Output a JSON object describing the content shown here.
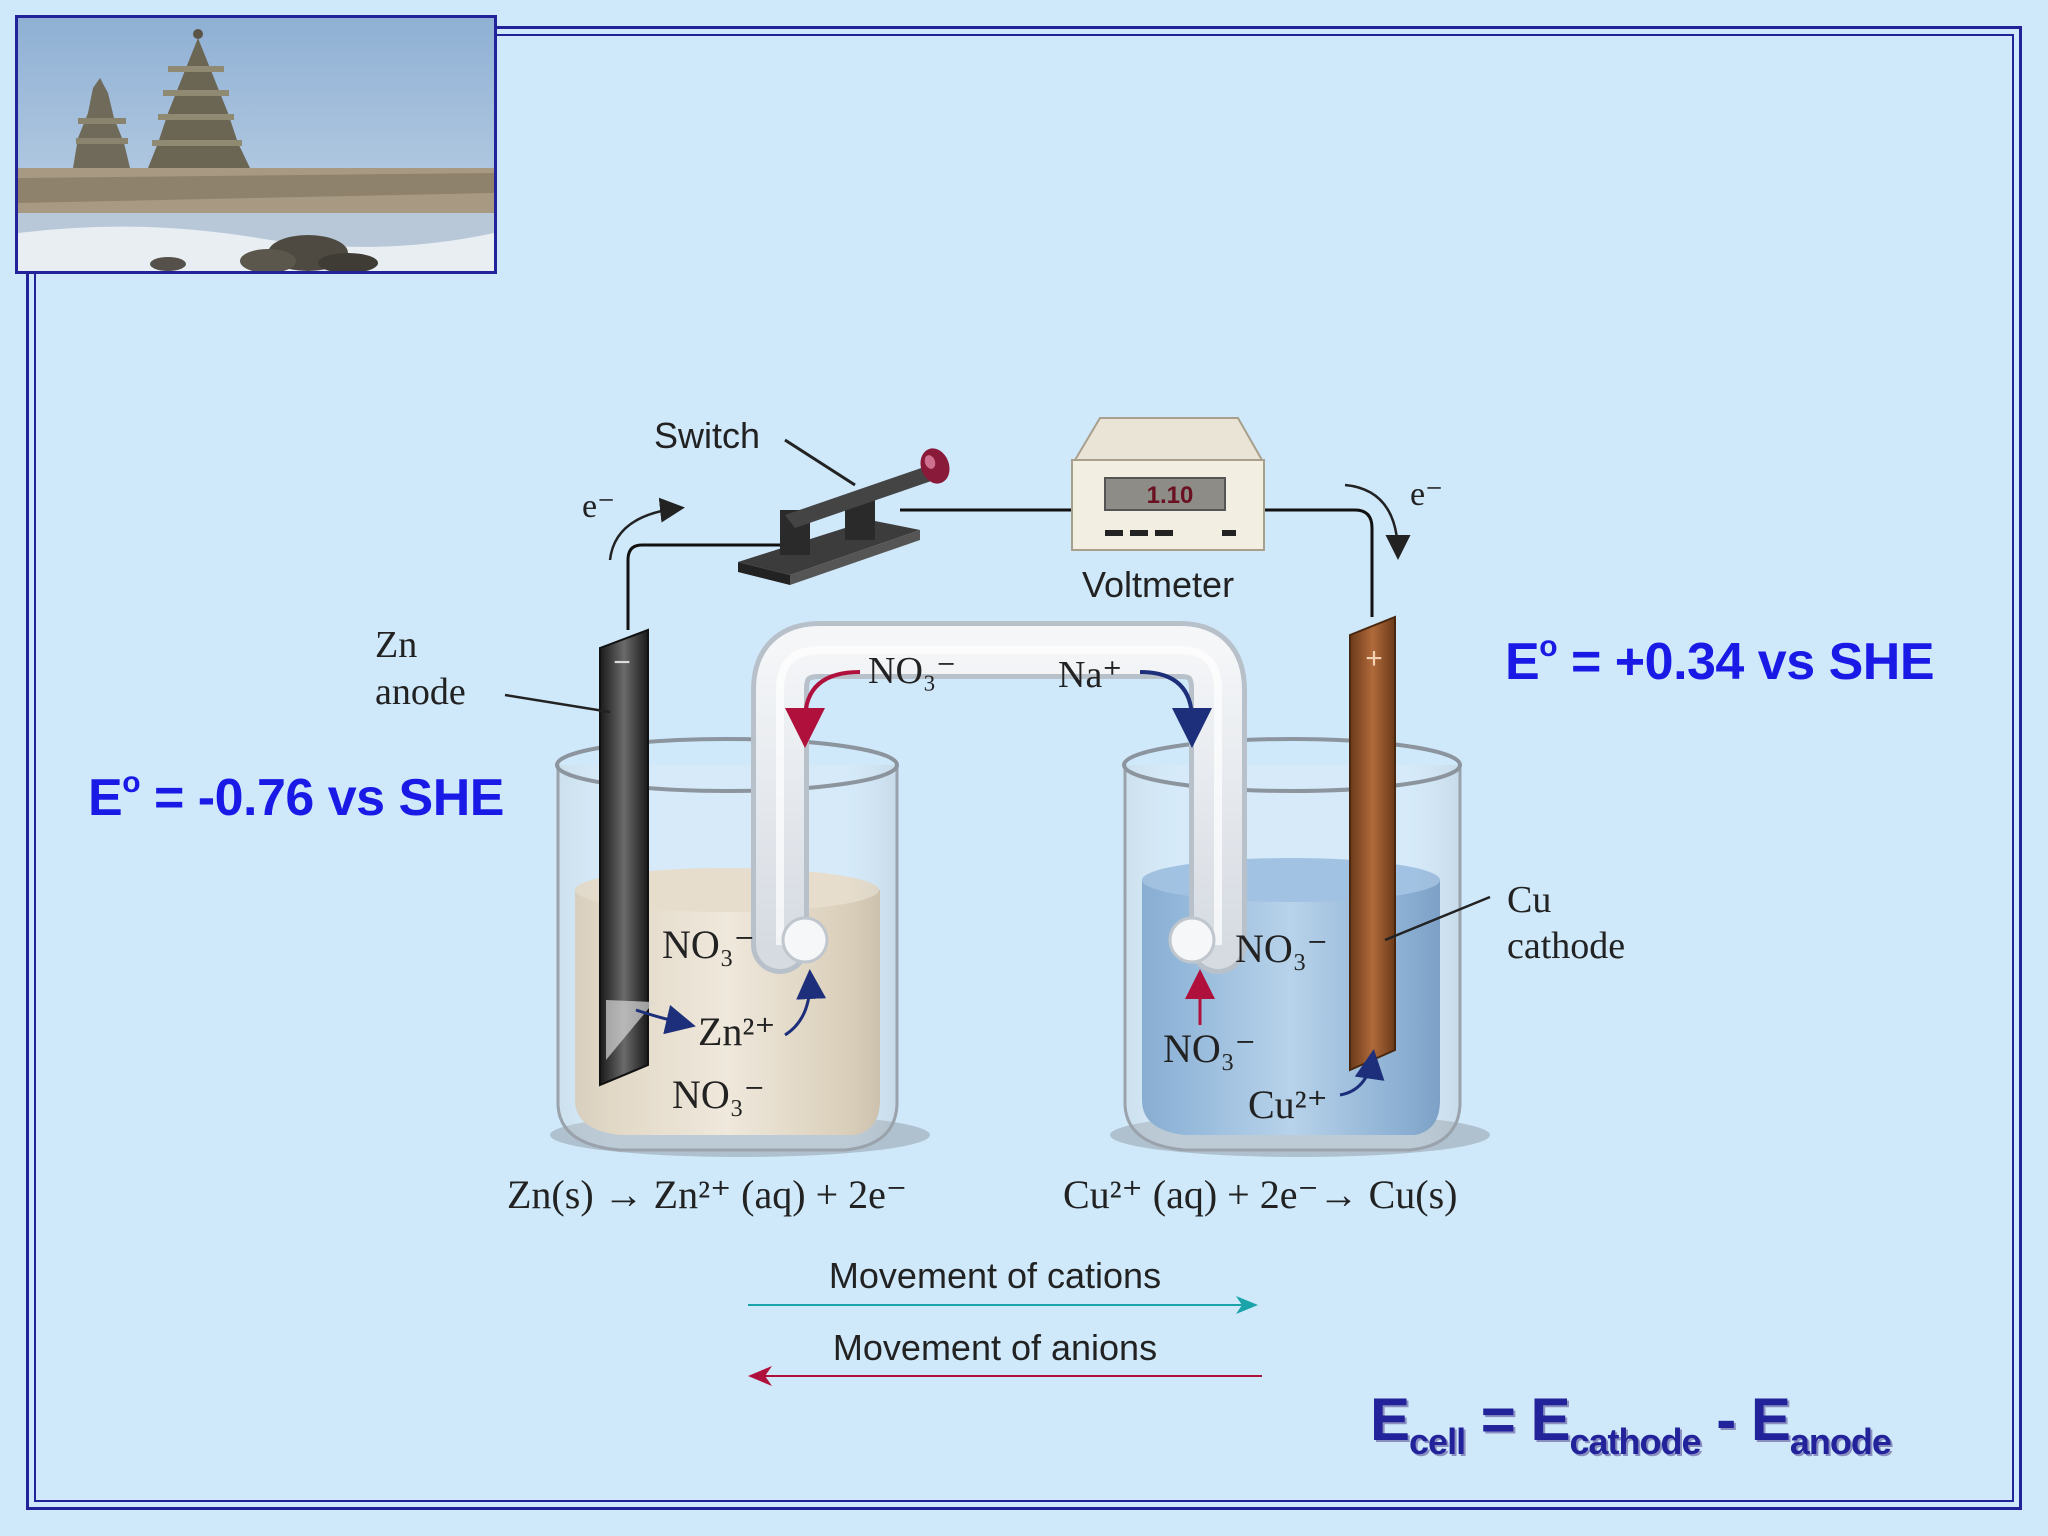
{
  "labels": {
    "switch": "Switch",
    "voltmeter": "Voltmeter",
    "voltmeter_reading": "1.10",
    "electron_left": "e⁻",
    "electron_right": "e⁻",
    "zn_anode_line1": "Zn",
    "zn_anode_line2": "anode",
    "cu_cathode_line1": "Cu",
    "cu_cathode_line2": "cathode",
    "minus_sign": "−",
    "plus_sign": "+",
    "bridge_anion": "NO₃⁻",
    "bridge_cation": "Na⁺",
    "left_ion_1": "NO₃⁻",
    "left_ion_2": "Zn²⁺",
    "left_ion_3": "NO₃⁻",
    "right_ion_1": "NO₃⁻",
    "right_ion_2": "NO₃⁻",
    "right_ion_3": "Cu²⁺",
    "anode_reaction": "Zn(s) → Zn²⁺ (aq) + 2e⁻",
    "cathode_reaction": "Cu²⁺ (aq) + 2e⁻→ Cu(s)",
    "movement_cations": "Movement of cations",
    "movement_anions": "Movement of anions"
  },
  "potentials": {
    "anode_E": "E",
    "anode_sup": "o",
    "anode_rest": " = -0.76 vs SHE",
    "cathode_E": "E",
    "cathode_sup": "o",
    "cathode_rest": " = +0.34 vs SHE"
  },
  "ecell": {
    "E1": "E",
    "sub1": "cell",
    "eq": " = ",
    "E2": "E",
    "sub2": "cathode",
    "minus": " - ",
    "E3": "E",
    "sub3": "anode"
  },
  "colors": {
    "background": "#cfe9fb",
    "frame": "#22239a",
    "potential_text": "#1a1ae6",
    "cation_arrow": "#1aa3a8",
    "anion_arrow": "#b0103c"
  }
}
